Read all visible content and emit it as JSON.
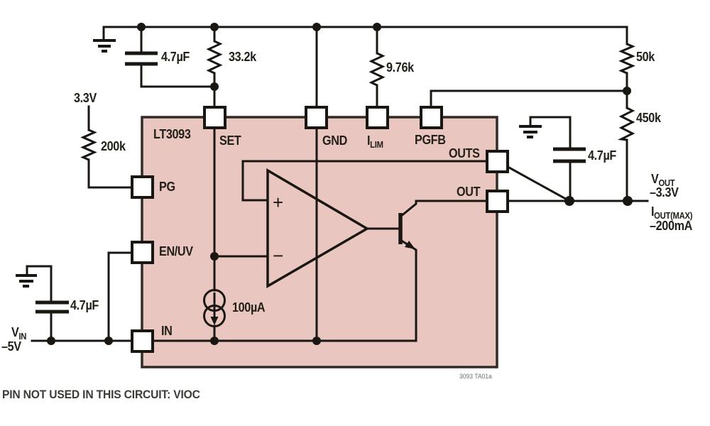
{
  "ic": {
    "name": "LT3093",
    "pins": {
      "set": "SET",
      "gnd": "GND",
      "ilim_main": "I",
      "ilim_sub": "LIM",
      "pgfb": "PGFB",
      "outs": "OUTS",
      "out": "OUT",
      "pg": "PG",
      "enuv": "EN/UV",
      "in": "IN"
    },
    "internals": {
      "current_source": "100µA",
      "opamp_plus": "+",
      "opamp_minus": "−"
    }
  },
  "components": {
    "set_cap": "4.7µF",
    "set_res": "33.2k",
    "ilim_res": "9.76k",
    "pg_rail": "3.3V",
    "pg_pullup_res": "200k",
    "fb_res_top": "50k",
    "fb_res_bottom": "450k",
    "out_cap": "4.7µF",
    "in_cap": "4.7µF"
  },
  "io": {
    "vin_main": "V",
    "vin_sub": "IN",
    "vin_value": "–5V",
    "vout_main": "V",
    "vout_sub": "OUT",
    "vout_value": "–3.3V",
    "iout_main": "I",
    "iout_sub": "OUT(MAX)",
    "iout_value": "–200mA"
  },
  "notes": {
    "footer": "PIN NOT USED IN THIS CIRCUIT: VIOC",
    "figure_id": "3093 TA01a"
  },
  "colors": {
    "ic_fill": "#e9c7c0",
    "wire": "#1a1713",
    "text": "#232019"
  }
}
